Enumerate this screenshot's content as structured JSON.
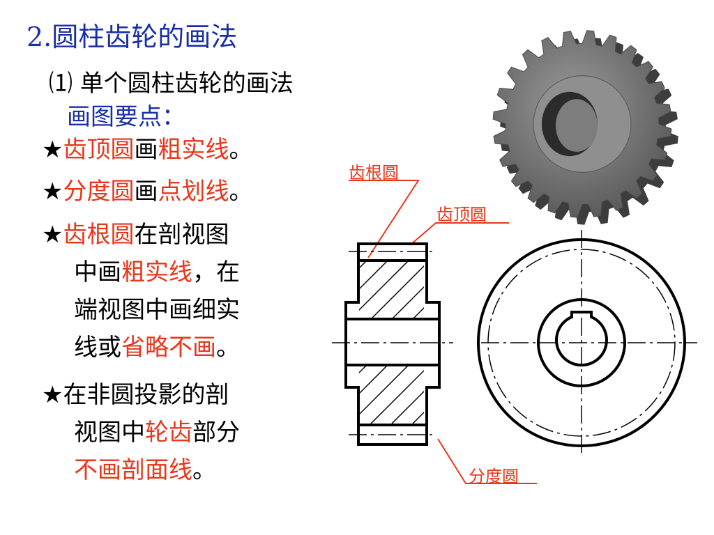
{
  "heading": {
    "title": "2.圆柱齿轮的画法",
    "subtitle": "⑴ 单个圆柱齿轮的画法",
    "keypoints_label": "画图要点："
  },
  "bullets": [
    {
      "star": "★",
      "parts": [
        {
          "t": "齿顶圆",
          "c": "red"
        },
        {
          "t": "画",
          "c": "black"
        },
        {
          "t": "粗实线",
          "c": "red"
        },
        {
          "t": "。",
          "c": "black"
        }
      ]
    },
    {
      "star": "★",
      "parts": [
        {
          "t": "分度圆",
          "c": "red"
        },
        {
          "t": "画",
          "c": "black"
        },
        {
          "t": "点划线",
          "c": "red"
        },
        {
          "t": "。",
          "c": "black"
        }
      ]
    },
    {
      "star": "★",
      "lines": [
        [
          {
            "t": "齿根圆",
            "c": "red"
          },
          {
            "t": "在剖视图",
            "c": "black"
          }
        ],
        [
          {
            "t": "中画",
            "c": "black"
          },
          {
            "t": "粗实线",
            "c": "red"
          },
          {
            "t": "，在",
            "c": "black"
          }
        ],
        [
          {
            "t": "端视图中画细实",
            "c": "black"
          }
        ],
        [
          {
            "t": "线或",
            "c": "black"
          },
          {
            "t": "省略不画",
            "c": "red"
          },
          {
            "t": "。",
            "c": "black"
          }
        ]
      ]
    },
    {
      "star": "★",
      "lines": [
        [
          {
            "t": "在非圆投影的剖",
            "c": "black"
          }
        ],
        [
          {
            "t": "视图中",
            "c": "black"
          },
          {
            "t": "轮齿",
            "c": "red"
          },
          {
            "t": "部分",
            "c": "black"
          }
        ],
        [
          {
            "t": "不画剖面线",
            "c": "red"
          },
          {
            "t": "。",
            "c": "black"
          }
        ]
      ]
    }
  ],
  "callouts": {
    "root_circle": "齿根圆",
    "tip_circle": "齿顶圆",
    "pitch_circle": "分度圆"
  },
  "colors": {
    "blue": "#1a2ea8",
    "red": "#e8361a",
    "gear_gray": "#7a7a7a"
  },
  "icons": {
    "bullet": "star-icon"
  }
}
